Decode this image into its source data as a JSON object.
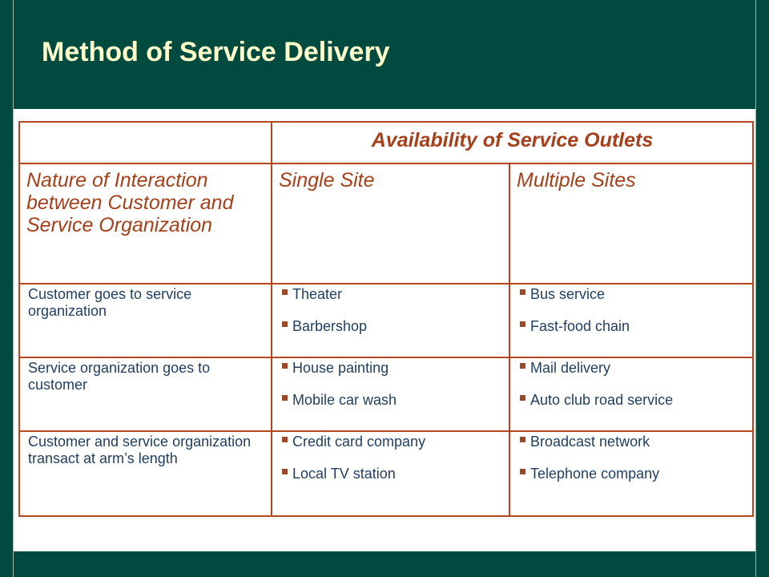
{
  "slide": {
    "title": "Method of Service Delivery",
    "colors": {
      "band": "#004A40",
      "title": "#FFFFCC",
      "border": "#B5471F",
      "heading_text": "#A5401B",
      "body_text": "#1F3D5C",
      "bullet": "#9A4A2A"
    }
  },
  "table": {
    "column_group_header": "Availability of Service Outlets",
    "row_header": "Nature of Interaction between Customer and Service Organization",
    "columns": [
      "Single Site",
      "Multiple Sites"
    ],
    "rows": [
      {
        "label": "Customer goes to service organization",
        "single_site": [
          "Theater",
          "Barbershop"
        ],
        "multiple_sites": [
          "Bus service",
          "Fast-food chain"
        ]
      },
      {
        "label": "Service organization goes to customer",
        "single_site": [
          "House painting",
          "Mobile car wash"
        ],
        "multiple_sites": [
          "Mail delivery",
          "Auto club road service"
        ]
      },
      {
        "label": "Customer and service organization transact at arm’s length",
        "single_site": [
          "Credit card company",
          "Local TV station"
        ],
        "multiple_sites": [
          "Broadcast network",
          "Telephone company"
        ]
      }
    ]
  }
}
